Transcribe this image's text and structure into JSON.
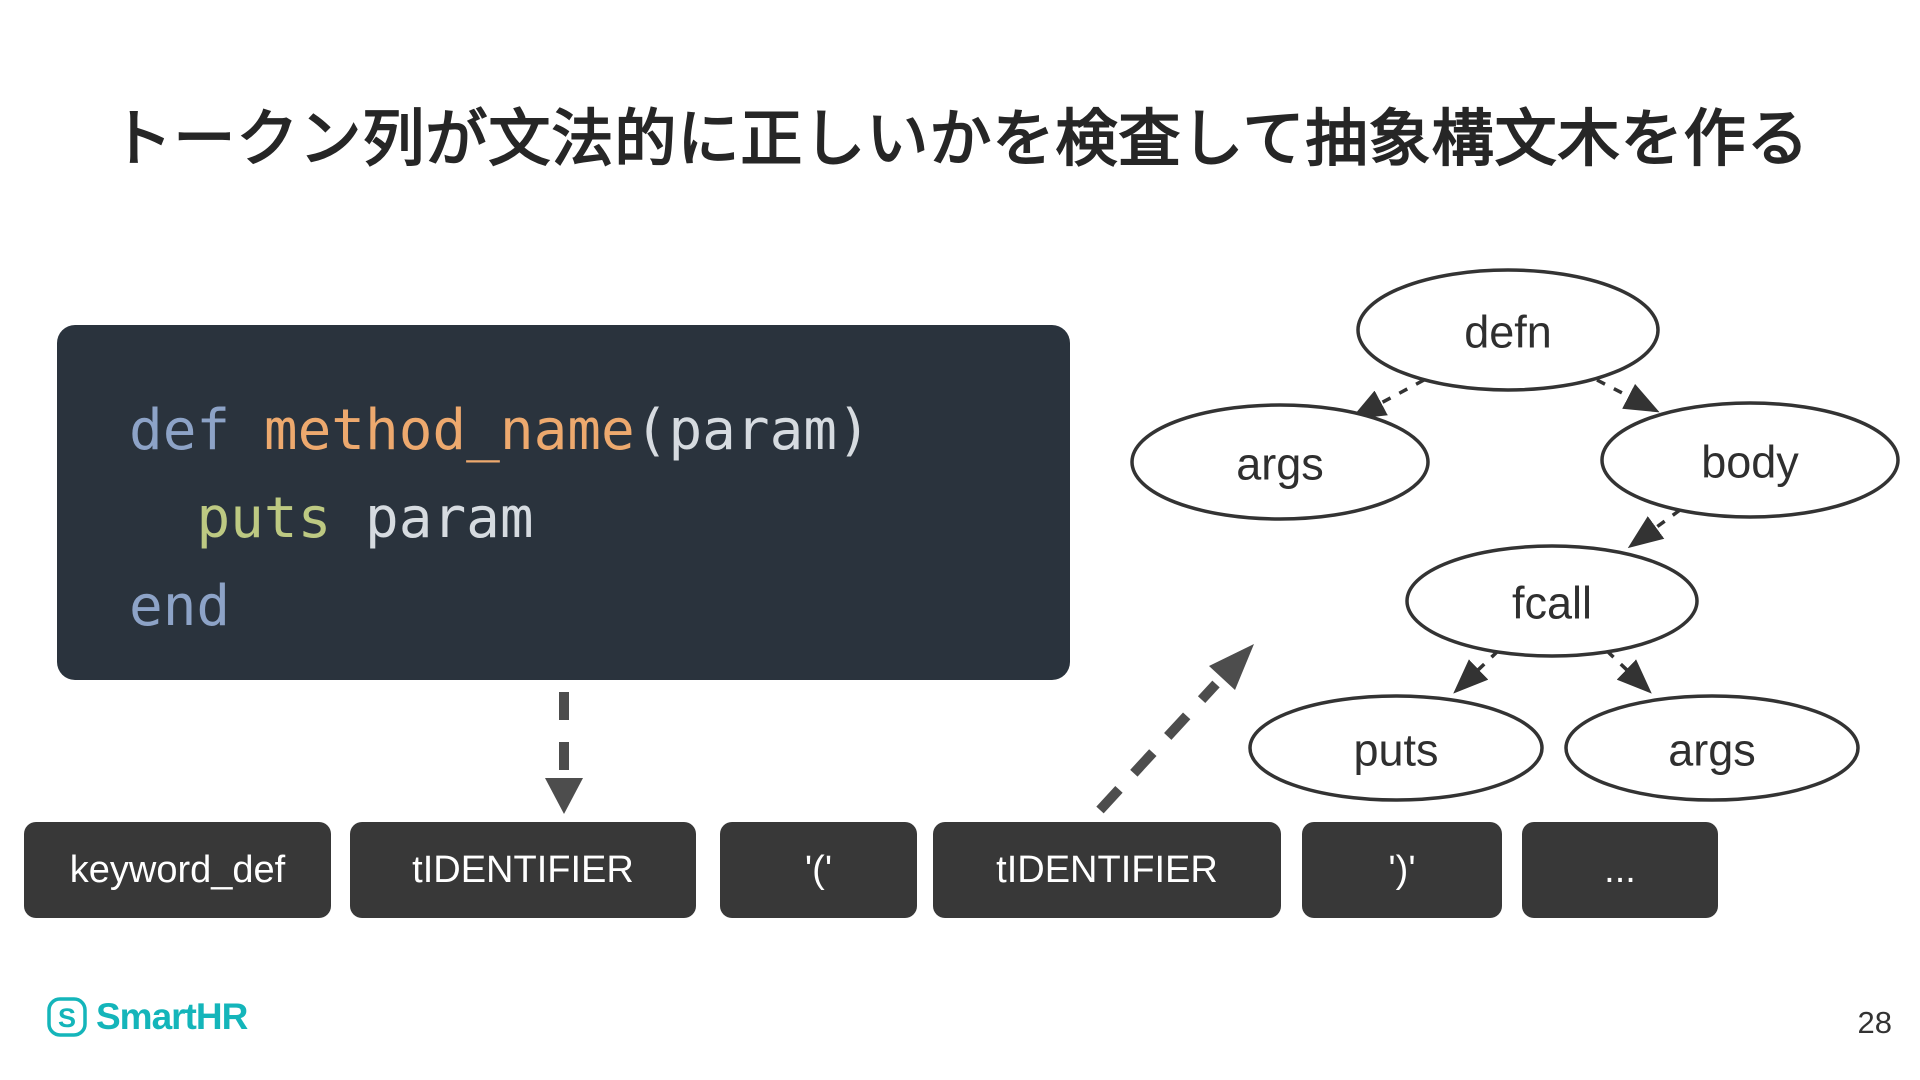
{
  "theme": {
    "bg": "#ffffff",
    "title-color": "#262626",
    "code-bg": "#2a333d",
    "code-keyword": "#8da3c7",
    "code-method": "#eda96e",
    "code-builtin": "#bdc982",
    "code-plain": "#d6dbe0",
    "token-bg": "#383838",
    "token-text": "#ffffff",
    "tree-stroke": "#333333",
    "tree-text": "#2f2f2f",
    "arrow-color": "#4d4d4d",
    "brand-teal": "#14b5ba",
    "page-num-color": "#333333"
  },
  "slide": {
    "title": "トークン列が文法的に正しいかを検査して抽象構文木を作る",
    "page_number": "28"
  },
  "logo": {
    "text": "SmartHR",
    "initial": "S"
  },
  "code": {
    "lines": [
      {
        "segments": [
          {
            "text": "def ",
            "role": "keyword"
          },
          {
            "text": "method_name",
            "role": "method"
          },
          {
            "text": "(param)",
            "role": "plain"
          }
        ]
      },
      {
        "segments": [
          {
            "text": "  ",
            "role": "plain"
          },
          {
            "text": "puts",
            "role": "builtin"
          },
          {
            "text": " param",
            "role": "plain"
          }
        ]
      },
      {
        "segments": [
          {
            "text": "end",
            "role": "keyword"
          }
        ]
      }
    ]
  },
  "tokens": [
    {
      "label": "keyword_def"
    },
    {
      "label": "tIDENTIFIER"
    },
    {
      "label": "'('"
    },
    {
      "label": "tIDENTIFIER"
    },
    {
      "label": "')'"
    },
    {
      "label": "..."
    }
  ],
  "tree": {
    "nodes": [
      {
        "id": "defn",
        "label": "defn"
      },
      {
        "id": "args-left",
        "label": "args"
      },
      {
        "id": "body",
        "label": "body"
      },
      {
        "id": "fcall",
        "label": "fcall"
      },
      {
        "id": "puts",
        "label": "puts"
      },
      {
        "id": "args-right",
        "label": "args"
      }
    ],
    "edges": [
      {
        "from": "defn",
        "to": "args-left"
      },
      {
        "from": "defn",
        "to": "body"
      },
      {
        "from": "body",
        "to": "fcall"
      },
      {
        "from": "fcall",
        "to": "puts"
      },
      {
        "from": "fcall",
        "to": "args-right"
      }
    ]
  }
}
